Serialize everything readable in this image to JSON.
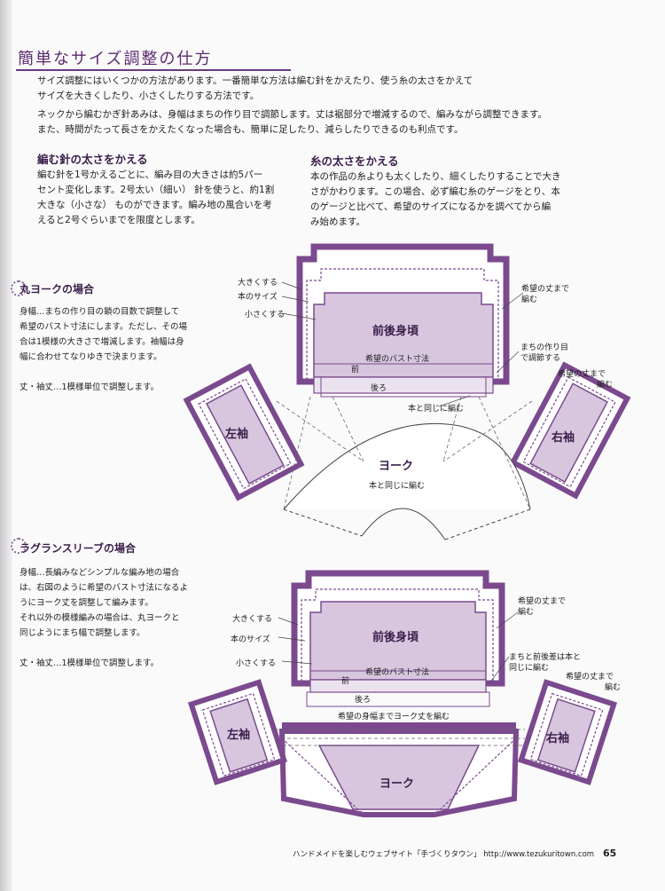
{
  "title": "簡単なサイズ調整の仕方",
  "intro": [
    "サイズ調整にはいくつかの方法があります。一番簡単な方法は編む針をかえたり、使う糸の太さをかえて",
    "サイズを大きくしたり、小さくしたりする方法です。",
    "ネックから編むかぎ針あみは、身幅はまちの作り目で調節します。丈は裾部分で増減するので、編みながら調整できます。",
    "また、時間がたって長さをかえたくなった場合も、簡単に足したり、減らしたりできるのも利点です。"
  ],
  "needle": {
    "heading": "編む針の太さをかえる",
    "lines": [
      "編む針を1号かえるごとに、編み目の大きさは約5パー",
      "セント変化します。2号太い（細い） 針を使うと、約1割",
      "大きな（小さな） ものができます。編み地の風合いを考",
      "えると2号ぐらいまでを限度とします。"
    ]
  },
  "yarn": {
    "heading": "糸の太さをかえる",
    "lines": [
      "本の作品の糸よりも太くしたり、細くしたりすることで大き",
      "さがかわります。この場合、必ず編む糸のゲージをとり、本",
      "のゲージと比べて、希望のサイズになるかを調べてから編",
      "み始めます。"
    ]
  },
  "round_yoke": {
    "heading": "丸ヨークの場合",
    "lines": [
      "身幅…まちの作り目の鎖の目数で調整して",
      "希望のバスト寸法にします。ただし、その場",
      "合は1模様の大きさで増減します。袖幅は身",
      "幅に合わせてなりゆきで決まります。",
      "",
      "丈・袖丈…1模様単位で調整します。"
    ],
    "labels": {
      "bigger": "大きくする",
      "book_size": "本のサイズ",
      "smaller": "小さくする",
      "body": "前後身頃",
      "bust": "希望のバスト寸法",
      "front": "前",
      "back": "後ろ",
      "length1": "希望の丈まで",
      "length2": "編む",
      "gusset1": "まちの作り目",
      "gusset2": "で調節する",
      "sleeve_len1": "希望の丈まで",
      "sleeve_len2": "編む",
      "same_as_book": "本と同じに編む",
      "left_sleeve": "左袖",
      "right_sleeve": "右袖",
      "yoke": "ヨーク",
      "yoke_sub": "本と同じに編む"
    }
  },
  "raglan": {
    "heading": "ラグランスリーブの場合",
    "lines": [
      "身幅…長編みなどシンプルな編み地の場合",
      "は、右図のように希望のバスト寸法になるよ",
      "うにヨーク丈を調整して編みます。",
      "それ以外の模様編みの場合は、丸ヨークと",
      "同じようにまち幅で調整します。",
      "",
      "丈・袖丈…1模様単位で調整します。"
    ],
    "labels": {
      "bigger": "大きくする",
      "book_size": "本のサイズ",
      "smaller": "小さくする",
      "body": "前後身頃",
      "bust": "希望のバスト寸法",
      "front": "前",
      "back": "後ろ",
      "length1": "希望の丈まで",
      "length2": "編む",
      "gusset1": "まちと前後差は本と",
      "gusset2": "同じに編む",
      "sleeve_len1": "希望の丈まで",
      "sleeve_len2": "編む",
      "yoke_len": "希望の身幅までヨーク丈を編む",
      "left_sleeve": "左袖",
      "right_sleeve": "右袖",
      "yoke": "ヨーク"
    }
  },
  "footer": "ハンドメイドを楽しむウェブサイト「手づくりタウン」 http://www.tezukuritown.com",
  "page_number": "65",
  "colors": {
    "accent": "#7b4a8e",
    "fill": "#d7c6de",
    "dark": "#5a2a6e"
  }
}
